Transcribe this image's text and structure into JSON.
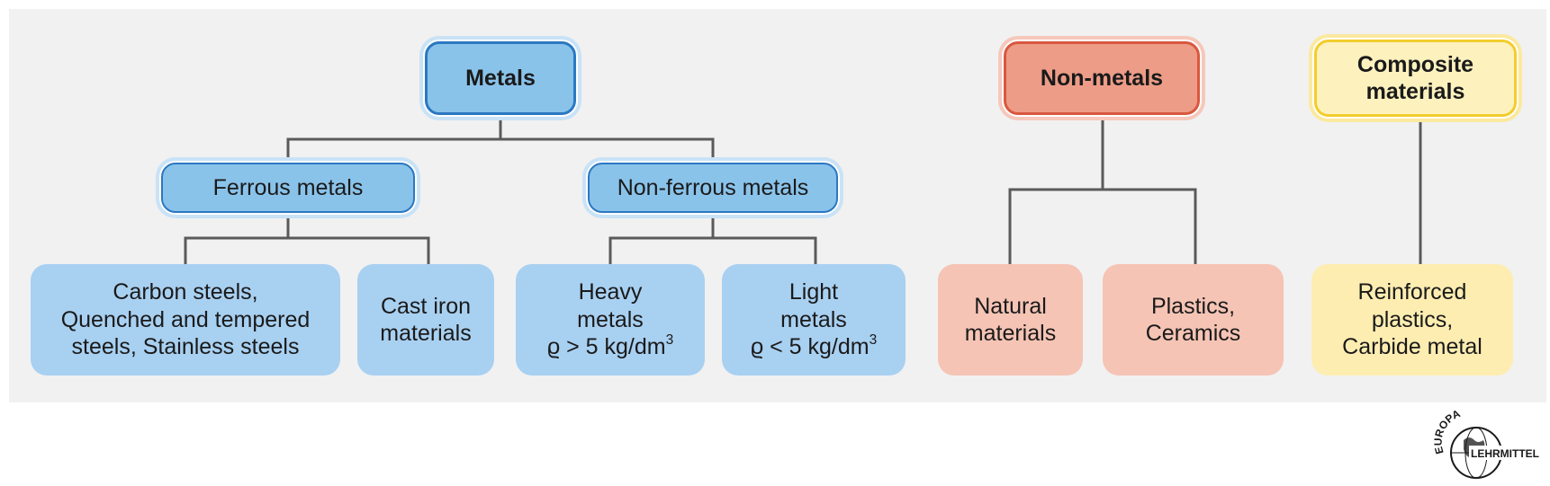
{
  "diagram": {
    "metals": {
      "title": "Metals",
      "ferrous": {
        "title": "Ferrous metals",
        "leaves": [
          "Carbon steels,\nQuenched and tempered\nsteels, Stainless steels",
          "Cast iron\nmaterials"
        ]
      },
      "non_ferrous": {
        "title": "Non-ferrous metals",
        "heavy": {
          "line1": "Heavy",
          "line2": "metals",
          "density": "ϱ > 5 kg/dm",
          "exp": "3"
        },
        "light": {
          "line1": "Light",
          "line2": "metals",
          "density": "ϱ < 5 kg/dm",
          "exp": "3"
        }
      }
    },
    "non_metals": {
      "title": "Non-metals",
      "leaves": [
        "Natural\nmaterials",
        "Plastics,\nCeramics"
      ]
    },
    "composites": {
      "title_line1": "Composite",
      "title_line2": "materials",
      "leaf": "Reinforced\nplastics,\nCarbide metal"
    }
  },
  "logo": {
    "text_top": "EUROPA",
    "text_bottom": "LEHRMITTEL"
  },
  "colors": {
    "metals_fill": "#8ac3ea",
    "metals_leaf": "#a8d0f1",
    "non_metals_fill": "#ed9c87",
    "non_metals_leaf": "#f5c4b5",
    "composites_fill": "#fdf1be",
    "composites_leaf": "#fdedb1",
    "connector": "#5a5a5a",
    "background": "#f1f1f1"
  }
}
